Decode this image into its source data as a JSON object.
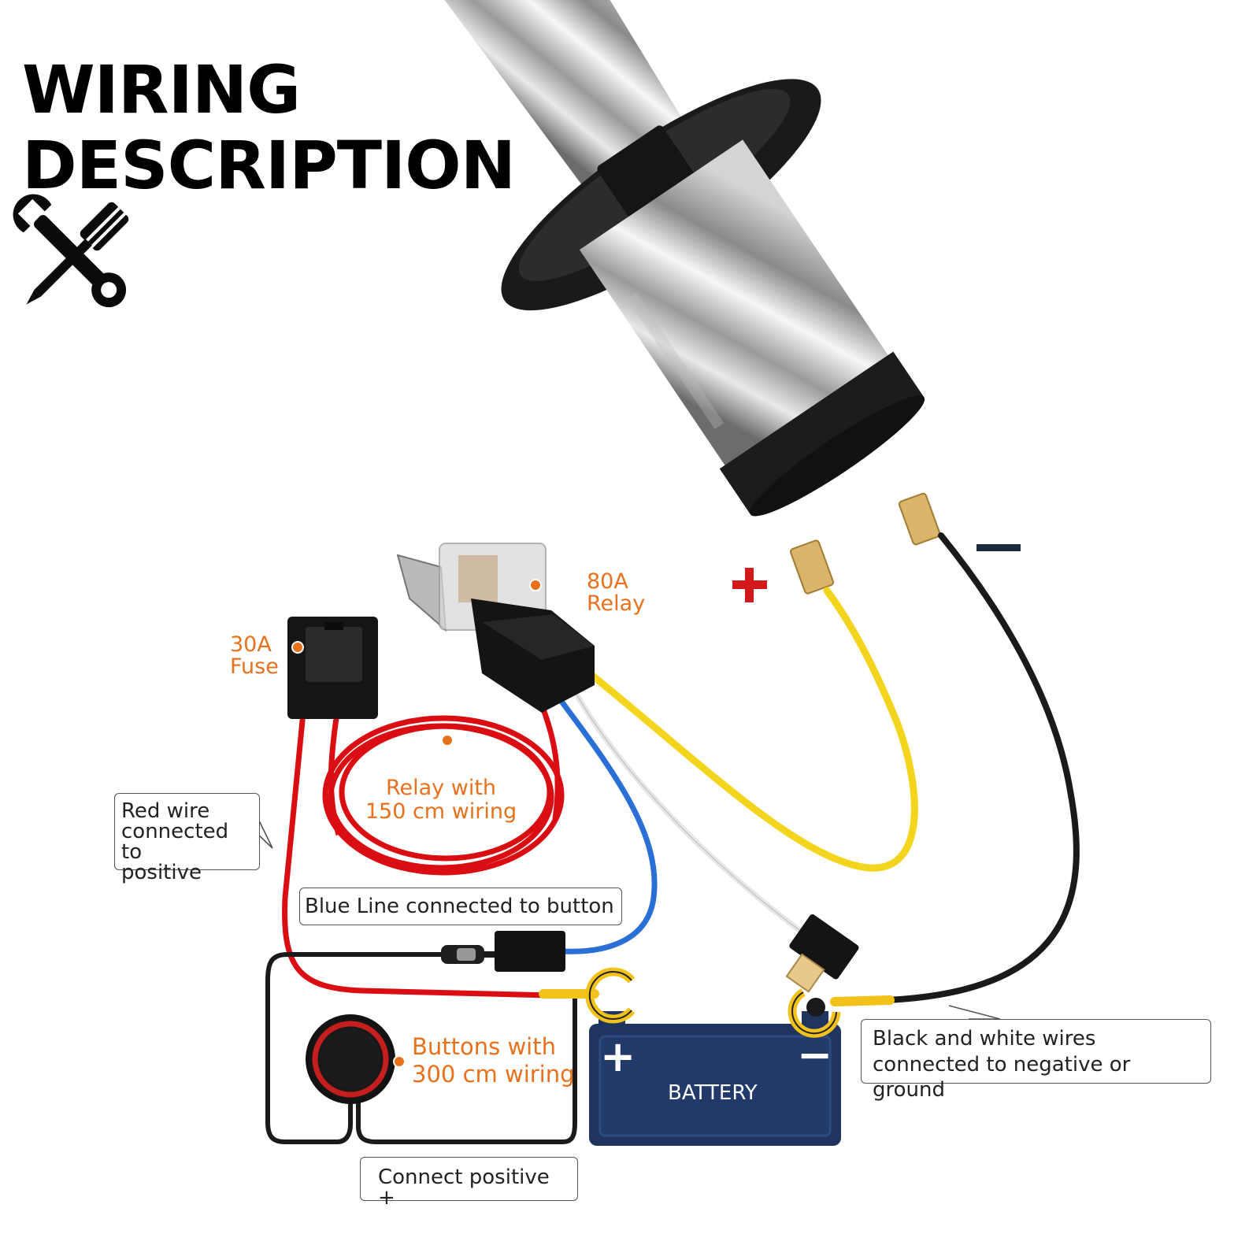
{
  "title": {
    "line1": "WIRING",
    "line2": "DESCRIPTION"
  },
  "icons": {
    "tools": "screwdriver-and-wrench-icon"
  },
  "labels": {
    "relay": {
      "line1": "80A",
      "line2": "Relay"
    },
    "fuse": {
      "line1": "30A",
      "line2": "Fuse"
    },
    "relay_wiring": {
      "line1": "Relay with",
      "line2": "150 cm wiring"
    },
    "button_wiring": {
      "line1": "Buttons with",
      "line2": "300 cm wiring"
    }
  },
  "callouts": {
    "red_wire": {
      "line1": "Red wire",
      "line2": "connected to",
      "line3": "positive"
    },
    "blue_line": "Blue Line connected to button",
    "black_white": {
      "line1": "Black and white wires",
      "line2": "connected to negative or ground"
    },
    "connect_positive": "Connect positive +"
  },
  "horn_polarity": {
    "positive": "+",
    "negative": "−"
  },
  "battery": {
    "label": "BATTERY",
    "plus": "+",
    "minus": "−"
  },
  "colors": {
    "label_orange": "#e8711d",
    "wire_red": "#d90d12",
    "wire_yellow": "#f2d51c",
    "wire_blue": "#2a6fd6",
    "wire_white": "#e6e6e6",
    "wire_black": "#1a1a1a",
    "battery_navy": "#1f3560",
    "terminal_yellow": "#f2c21b",
    "polarity_red": "#d21a1a"
  }
}
